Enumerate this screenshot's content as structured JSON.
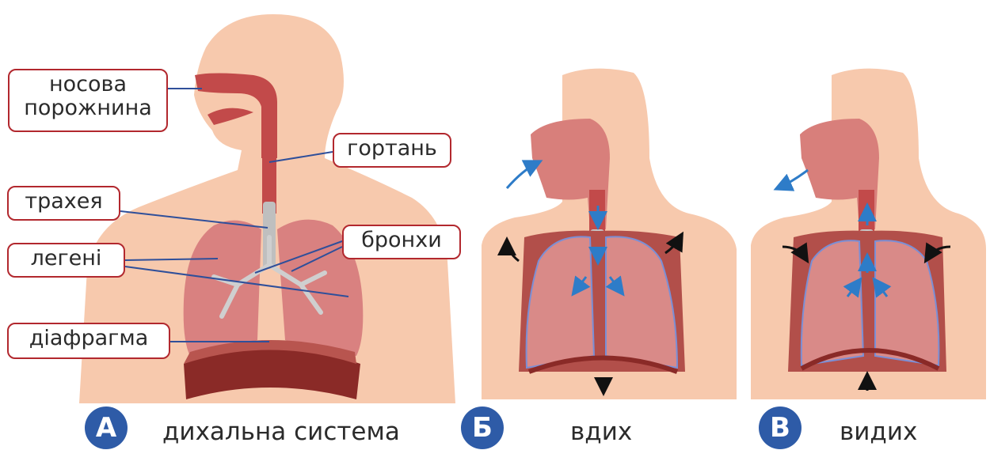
{
  "labels": {
    "nasal_cavity": "носова\nпорожнина",
    "larynx": "гортань",
    "trachea": "трахея",
    "bronchi": "бронхи",
    "lungs": "легені",
    "diaphragm": "діафрагма"
  },
  "panels": [
    {
      "badge": "А",
      "caption": "дихальна система"
    },
    {
      "badge": "Б",
      "caption": "вдих"
    },
    {
      "badge": "В",
      "caption": "видих"
    }
  ],
  "colors": {
    "skin": "#f7c9ad",
    "airway": "#c24a4a",
    "lung": "#d98180",
    "diaphragm": "#8a2a27",
    "label_border": "#b2282e",
    "leader_line": "#2f4f9a",
    "badge": "#2e5ba7",
    "air_arrow": "#2e7cc8"
  }
}
